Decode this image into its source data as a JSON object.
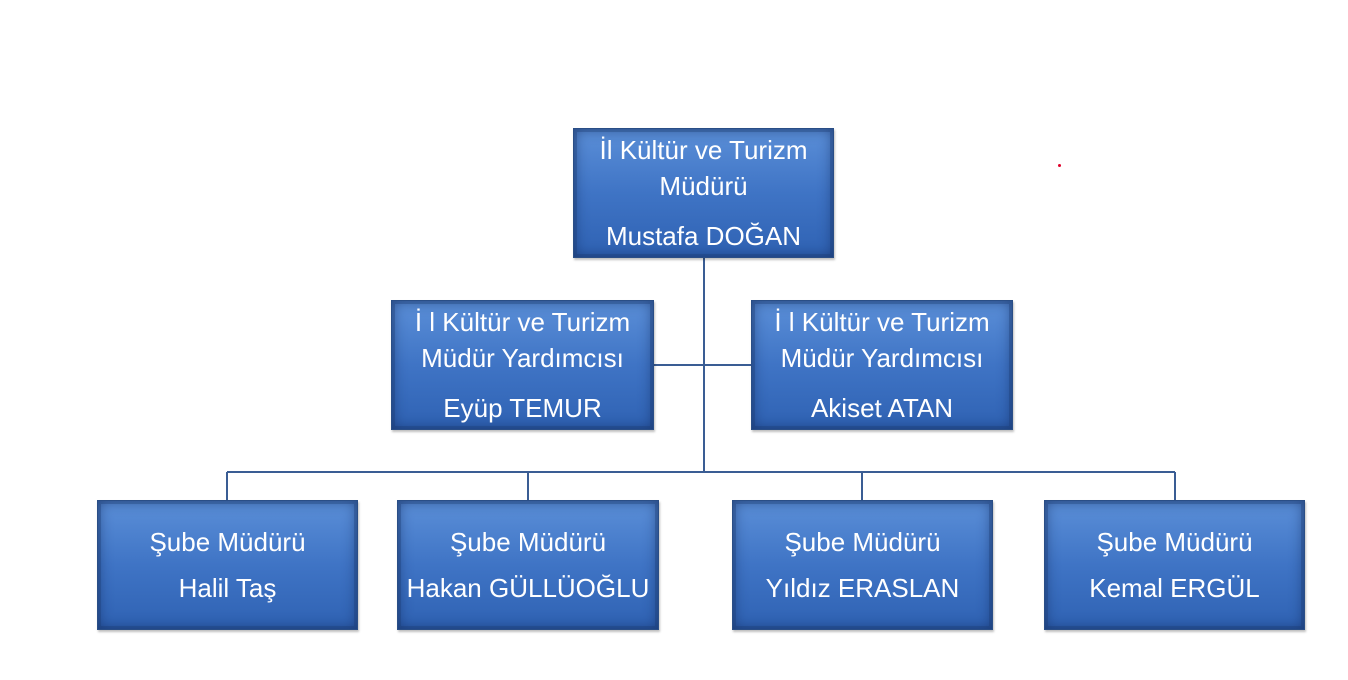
{
  "org_chart": {
    "top": {
      "title_line1": "İl Kültür ve Turizm",
      "title_line2": "Müdürü",
      "name": "Mustafa DOĞAN"
    },
    "deputies": [
      {
        "title_line1": "İ l Kültür ve Turizm",
        "title_line2": "Müdür Yardımcısı",
        "name": "Eyüp TEMUR"
      },
      {
        "title_line1": "İ l Kültür ve Turizm",
        "title_line2": "Müdür Yardımcısı",
        "name": "Akiset ATAN"
      }
    ],
    "branches": [
      {
        "title": "Şube Müdürü",
        "name": "Halil Taş"
      },
      {
        "title": "Şube Müdürü",
        "name": "Hakan GÜLLÜOĞLU"
      },
      {
        "title": "Şube Müdürü",
        "name": "Yıldız ERASLAN"
      },
      {
        "title": "Şube Müdürü",
        "name": "Kemal ERGÜL"
      }
    ]
  },
  "colors": {
    "box_fill_top": "#5b8fd8",
    "box_fill_bottom": "#2f62b3",
    "connector": "#3a5d94",
    "text": "#ffffff",
    "marker": "#e0002a"
  }
}
